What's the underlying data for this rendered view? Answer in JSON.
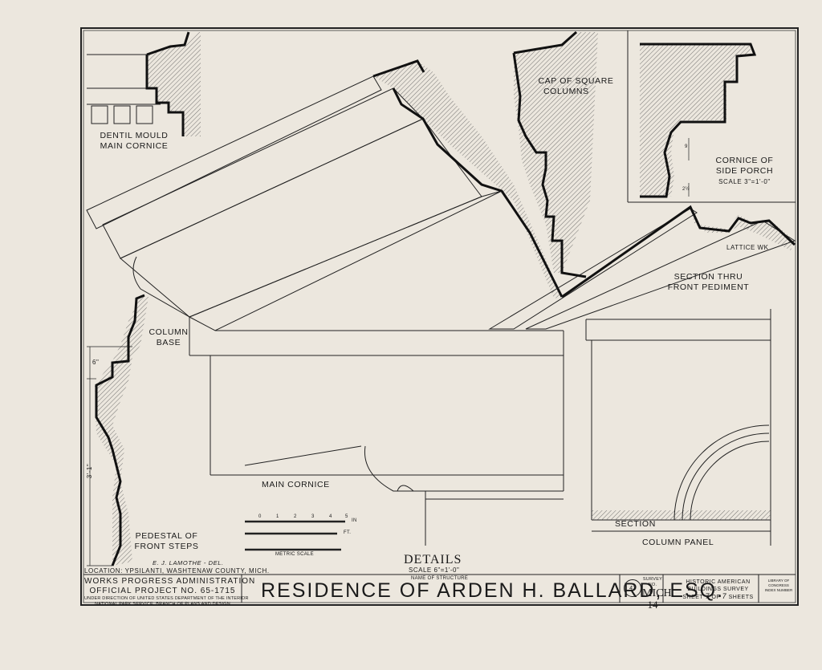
{
  "drawing": {
    "labels": {
      "dentil_line1": "DENTIL MOULD",
      "dentil_line2": "MAIN CORNICE",
      "cap_line1": "CAP OF SQUARE",
      "cap_line2": "COLUMNS",
      "side_porch_line1": "CORNICE OF",
      "side_porch_line2": "SIDE PORCH",
      "side_porch_scale": "SCALE 3\"=1'-0\"",
      "lattice": "LATTICE WK",
      "pediment_line1": "SECTION THRU",
      "pediment_line2": "FRONT PEDIMENT",
      "column_base_line1": "COLUMN",
      "column_base_line2": "BASE",
      "main_cornice": "MAIN CORNICE",
      "pedestal_line1": "PEDESTAL OF",
      "pedestal_line2": "FRONT STEPS",
      "section": "SECTION",
      "column_panel": "COLUMN PANEL",
      "metric_scale": "METRIC SCALE",
      "scale_in": "IN",
      "scale_ft": "FT.",
      "scale_ticks": [
        "0",
        "1",
        "2",
        "3",
        "4",
        "5"
      ],
      "dim_base": "6\"",
      "dim_pedestal": "3'-1\"",
      "dim_porch_a": "9",
      "dim_porch_b": "2½"
    }
  },
  "title_block": {
    "delineator": "E. J. LAMOTHE - DEL.",
    "location": "LOCATION: YPSILANTI, WASHTENAW COUNTY, MICH.",
    "wpa_line1": "WORKS PROGRESS ADMINISTRATION",
    "wpa_line2": "OFFICIAL PROJECT NO. 65-1715",
    "wpa_line3": "UNDER DIRECTION OF UNITED STATES DEPARTMENT OF THE INTERIOR",
    "wpa_line4": "NATIONAL PARK SERVICE, BRANCH OF PLANS AND DESIGN",
    "details": "DETAILS",
    "details_scale": "SCALE 6\"=1'-0\"",
    "name_caption": "NAME OF STRUCTURE",
    "structure_name": "RESIDENCE OF ARDEN H. BALLARD, ESQ.",
    "seal_text": "47",
    "survey_caption": "SURVEY NO.",
    "survey_state": "MICH.",
    "survey_number": "14",
    "habs_line1": "HISTORIC AMERICAN",
    "habs_line2": "BUILDINGS SURVEY",
    "sheet_word": "SHEET",
    "sheet_num": "7",
    "of_word": "OF",
    "sheet_total": "7",
    "sheets_word": "SHEETS",
    "library_line1": "LIBRARY OF CONGRESS",
    "library_line2": "INDEX NUMBER"
  },
  "colors": {
    "paper": "#ece7de",
    "ink": "#1a1a1a"
  }
}
